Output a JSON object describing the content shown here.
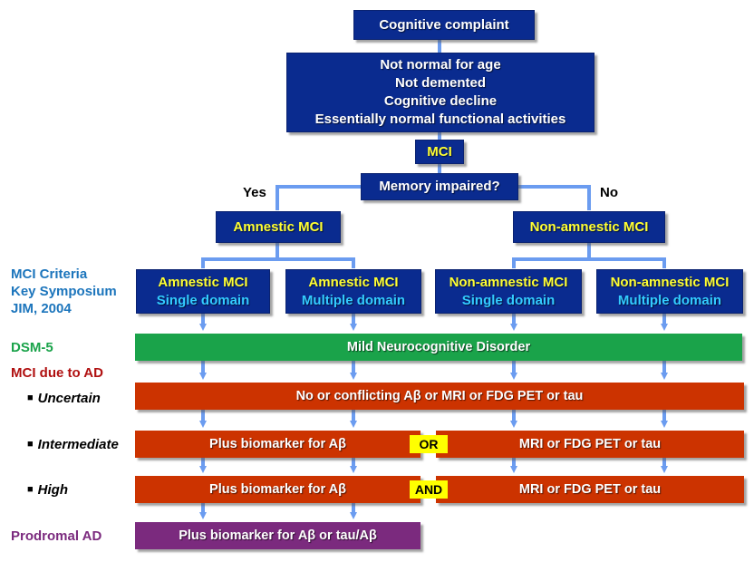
{
  "colors": {
    "box_blue": "#0a2b8f",
    "connector_blue": "#6b9cf0",
    "dsm_green": "#1aa34a",
    "ad_red": "#cc3300",
    "prodromal_purple": "#7b2a7e",
    "highlight_yellow": "#ffff33",
    "subtitle_cyan": "#33ccff",
    "tag_yellow": "#ffff00"
  },
  "flow": {
    "cognitive_complaint": "Cognitive complaint",
    "criteria": [
      "Not normal for age",
      "Not demented",
      "Cognitive decline",
      "Essentially normal functional activities"
    ],
    "mci": "MCI",
    "memory_question": "Memory impaired?",
    "yes_label": "Yes",
    "no_label": "No",
    "amnestic": "Amnestic MCI",
    "non_amnestic": "Non-amnestic MCI",
    "subtypes": [
      {
        "title": "Amnestic MCI",
        "subtitle": "Single domain"
      },
      {
        "title": "Amnestic MCI",
        "subtitle": "Multiple domain"
      },
      {
        "title": "Non-amnestic MCI",
        "subtitle": "Single domain"
      },
      {
        "title": "Non-amnestic MCI",
        "subtitle": "Multiple domain"
      }
    ]
  },
  "side_labels": {
    "mci_criteria": [
      "MCI Criteria",
      "Key Symposium",
      "JIM, 2004"
    ],
    "dsm5": "DSM-5",
    "mci_due_to_ad": "MCI due to AD",
    "uncertain": "Uncertain",
    "intermediate": "Intermediate",
    "high": "High",
    "prodromal_ad": "Prodromal AD",
    "bullet": "■"
  },
  "bars": {
    "dsm5": "Mild Neurocognitive Disorder",
    "uncertain": "No or conflicting  Aβ or MRI or FDG PET or tau",
    "intermediate_left": "Plus biomarker for Aβ",
    "intermediate_tag": "OR",
    "intermediate_right": "MRI or FDG PET or tau",
    "high_left": "Plus biomarker for Aβ",
    "high_tag": "AND",
    "high_right": "MRI or FDG PET or tau",
    "prodromal": "Plus biomarker  for Aβ or tau/Aβ"
  }
}
